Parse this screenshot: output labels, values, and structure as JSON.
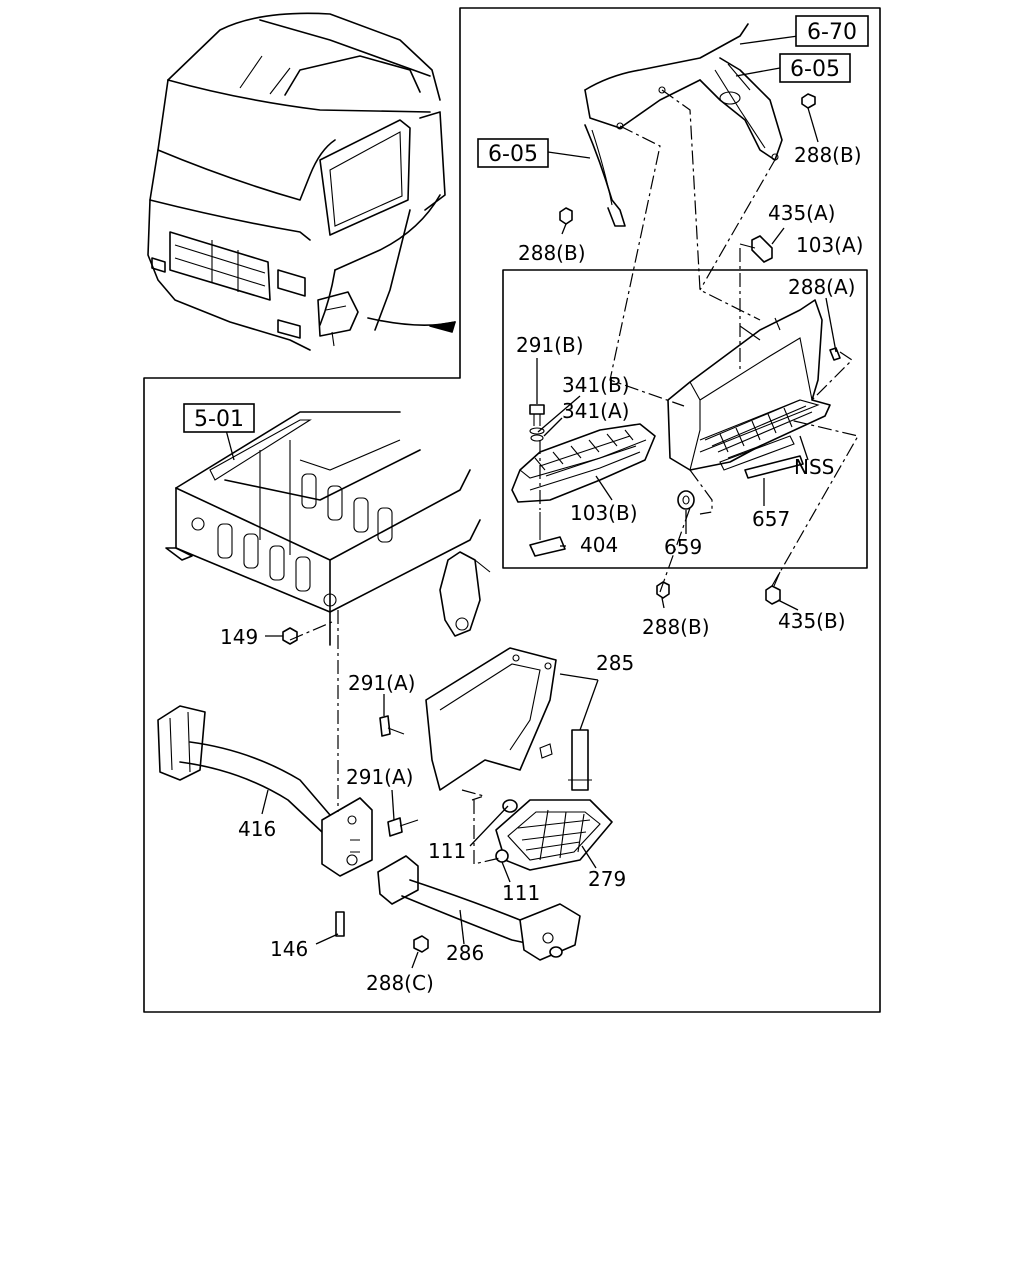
{
  "diagram": {
    "references": {
      "r_6_70": "6-70",
      "r_6_05_top": "6-05",
      "r_6_05_left": "6-05",
      "r_5_01": "5-01"
    },
    "labels": {
      "p288B_1": "288(B)",
      "p288B_2": "288(B)",
      "p288B_3": "288(B)",
      "p435A": "435(A)",
      "p103A": "103(A)",
      "p288A": "288(A)",
      "p291B": "291(B)",
      "p341B": "341(B)",
      "p341A": "341(A)",
      "pNSS": "NSS",
      "p103B": "103(B)",
      "p657": "657",
      "p404": "404",
      "p659": "659",
      "p435B": "435(B)",
      "p149": "149",
      "p285": "285",
      "p291A_1": "291(A)",
      "p291A_2": "291(A)",
      "p416": "416",
      "p111_1": "111",
      "p111_2": "111",
      "p279": "279",
      "p146": "146",
      "p286": "286",
      "p288C": "288(C)"
    }
  }
}
